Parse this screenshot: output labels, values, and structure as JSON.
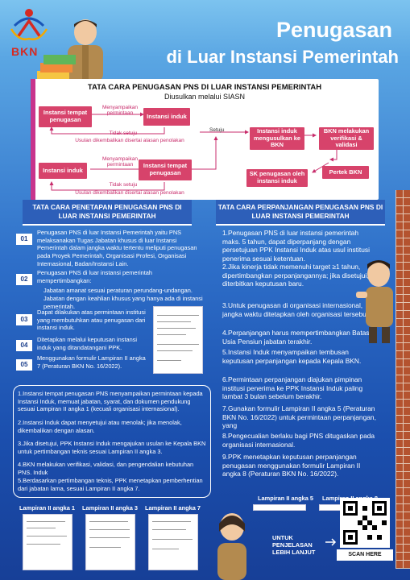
{
  "logo": {
    "text": "BKN",
    "icon": "bkn-logo-icon"
  },
  "header": {
    "title_line1": "Penugasan",
    "title_line2": "di Luar Instansi Pemerintah"
  },
  "diagram": {
    "title": "TATA CARA PENUGASAN PNS DI LUAR INSTANSI PEMERINTAH",
    "subtitle": "Diusulkan melalui SIASN",
    "box_tempat1": "Instansi tempat penugasan",
    "box_induk1": "Instansi induk",
    "box_induk_bkn": "Instansi induk mengusulkan ke BKN",
    "box_bkn": "BKN melakukan verifikasi & validasi",
    "box_induk2": "Instansi induk",
    "box_tempat2": "Instansi tempat penugasan",
    "box_pertek": "Pertek BKN",
    "box_sk": "SK penugasan oleh instansi induk",
    "lbl_menyampaikan1": "Menyampaikan permintaan",
    "lbl_tidak1": "Tidak setuju",
    "lbl_usulan1": "Usulan dikembalikan disertai alasan penolakan",
    "lbl_setuju": "Setuju",
    "lbl_menyampaikan2": "Menyampaikan permintaan",
    "lbl_tidak2": "Tidak setuju",
    "lbl_usulan2": "Usulan dikembalikan disertai alasan penolakan"
  },
  "left_section": {
    "header": "TATA CARA PENETAPAN PENUGASAN PNS DI LUAR INSTANSI PEMERINTAH",
    "items": [
      {
        "num": "01",
        "text": "Penugasan PNS di luar Instansi Pemerintah yaitu PNS melaksanakan Tugas Jabatan khusus di luar Instansi Pemerintah dalam jangka waktu tertentu meliputi penugasan pada Proyek Pemerintah, Organisasi Profesi, Organisasi Internasional, Badan/Instansi Lain."
      },
      {
        "num": "02",
        "text": "Penugasan PNS di luar instansi pemerintah mempertimbangkan:",
        "b1": "Jabatan amanat sesuai peraturan perundang-undangan.",
        "b2": "Jabatan dengan keahlian khusus yang hanya ada di instansi pemerintah."
      },
      {
        "num": "03",
        "text": "Dapat dilakukan atas permintaan institusi yang membutuhkan atau penugasan dari instansi induk."
      },
      {
        "num": "04",
        "text": "Ditetapkan melalui keputusan instansi induk yang ditandatangani PPK."
      },
      {
        "num": "05",
        "text": "Menggunakan formulir Lampiran II angka 7 (Peraturan BKN No. 16/2022)."
      }
    ],
    "box_lines": [
      "1.Instansi tempat penugasan PNS menyampaikan permintaan kepada Instansi Induk, memuat jabatan, syarat, dan dokumen pendukung sesuai Lampiran II angka 1 (kecuali organisasi internasional).",
      "2.Instansi Induk dapat menyetujui atau menolak; jika menolak, dikembalikan dengan alasan.",
      "3.Jika disetujui, PPK Instansi Induk mengajukan usulan ke Kepala BKN untuk pertimbangan teknis sesuai Lampiran II angka 3.",
      "4.BKN melakukan verifikasi, validasi, dan pengendalian kebutuhan PNS. Induk",
      "5.Berdasarkan pertimbangan teknis, PPK menetapkan pemberhentian dari jabatan lama, sesuai Lampiran II angka 7."
    ]
  },
  "right_section": {
    "header": "TATA CARA PERPANJANGAN PENUGASAN PNS DI LUAR INSTANSI PEMERINTAH",
    "lines": [
      "1.Penugasan PNS di luar instansi pemerintah maks. 5 tahun, dapat diperpanjang dengan persetujuan PPK Instansi Induk atas usul institusi penerima sesuai ketentuan.",
      "2.Jika kinerja tidak memenuhi target ≥1 tahun, dipertimbangkan perpanjangannya; jika disetujui, diterbitkan keputusan baru.",
      "3.Untuk penugasan di organisasi internasional, jangka waktu ditetapkan oleh organisasi tersebut.",
      "4.Perpanjangan harus mempertimbangkan Batas Usia Pensiun jabatan terakhir.",
      "5.Instansi Induk menyampaikan tembusan keputusan perpanjangan kepada Kepala BKN.",
      "6.Permintaan perpanjangan diajukan pimpinan institusi penerima ke PPK Instansi Induk paling lambat 3 bulan sebelum berakhir.",
      "7.Gunakan formulir Lampiran II angka 5 (Peraturan BKN No. 16/2022) untuk permintaan perpanjangan, yang",
      "8.Pengecualian berlaku bagi PNS ditugaskan pada organisasi internasional.",
      "9.PPK menetapkan keputusan perpanjangan penugasan menggunakan formulir Lampiran II angka 8 (Peraturan BKN No. 16/2022)."
    ]
  },
  "lampiran": {
    "l5": "Lampiran II angka 5",
    "l8": "Lampiran II angka 8",
    "l1": "Lampiran II angka 1",
    "l3": "Lampiran II angka 3",
    "l7": "Lampiran II angka 7"
  },
  "footer": {
    "untuk": "UNTUK PENJELASAN LEBIH LANJUT",
    "scan": "SCAN HERE"
  },
  "colors": {
    "accent": "#d7436b",
    "navy": "#1b3f8c",
    "bg": "#2e6fc9"
  }
}
